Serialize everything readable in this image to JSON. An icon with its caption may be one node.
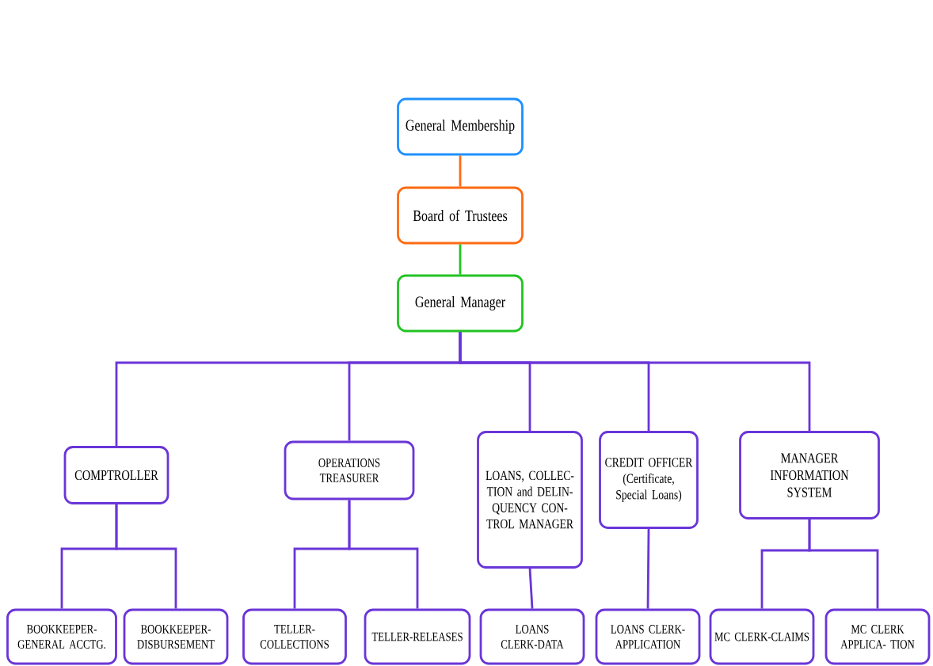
{
  "diagram": {
    "nodes": [
      {
        "text": [
          "General Membership"
        ]
      },
      {
        "text": [
          "Board of Trustees"
        ]
      },
      {
        "text": [
          "General Manager"
        ]
      },
      {
        "text": [
          "COMPTROLLER"
        ]
      },
      {
        "text": [
          "OPERATIONS TREASURER"
        ]
      },
      {
        "text": [
          "LOANS, COLLEC- TION and DELIN- QUENCY CON- TROL MANAGER"
        ]
      },
      {
        "text": [
          "CREDIT OFFICER (Certificate, Special Loans)"
        ]
      },
      {
        "text": [
          "MANAGER INFORMATION SYSTEM"
        ]
      },
      {
        "text": [
          "BOOKKEEPER- GENERAL ACCTG."
        ]
      },
      {
        "text": [
          "BOOKKEEPER- DISBURSEMENT"
        ]
      },
      {
        "text": [
          "TELLER- COLLECTIONS"
        ]
      },
      {
        "text": [
          "TELLER-RELEASES"
        ]
      },
      {
        "text": [
          "LOANS CLERK-DATA"
        ]
      },
      {
        "text": [
          "LOANS CLERK- APPLICATION"
        ]
      },
      {
        "text": [
          "MC CLERK-CLAIMS"
        ]
      },
      {
        "text": [
          "MC CLERK APPLICA- TION"
        ]
      }
    ],
    "edges": [
      {
        "from": 0,
        "to": 1,
        "arrow": "none",
        "color": "#ff6a13"
      },
      {
        "from": 1,
        "to": 2,
        "arrow": "none",
        "color": "#22c322"
      },
      {
        "from": 2,
        "to": 3,
        "arrow": "none"
      },
      {
        "from": 2,
        "to": 4,
        "arrow": "none"
      },
      {
        "from": 2,
        "to": 5,
        "arrow": "none"
      },
      {
        "from": 2,
        "to": 6,
        "arrow": "none"
      },
      {
        "from": 2,
        "to": 7,
        "arrow": "none"
      },
      {
        "from": 3,
        "to": 8,
        "arrow": "none"
      },
      {
        "from": 3,
        "to": 9,
        "arrow": "none"
      },
      {
        "from": 4,
        "to": 10,
        "arrow": "none"
      },
      {
        "from": 4,
        "to": 11,
        "arrow": "none"
      },
      {
        "from": 5,
        "to": 12,
        "arrow": "none"
      },
      {
        "from": 6,
        "to": 13,
        "arrow": "none"
      },
      {
        "from": 7,
        "to": 14,
        "arrow": "none"
      },
      {
        "from": 7,
        "to": 15,
        "arrow": "none"
      }
    ]
  }
}
